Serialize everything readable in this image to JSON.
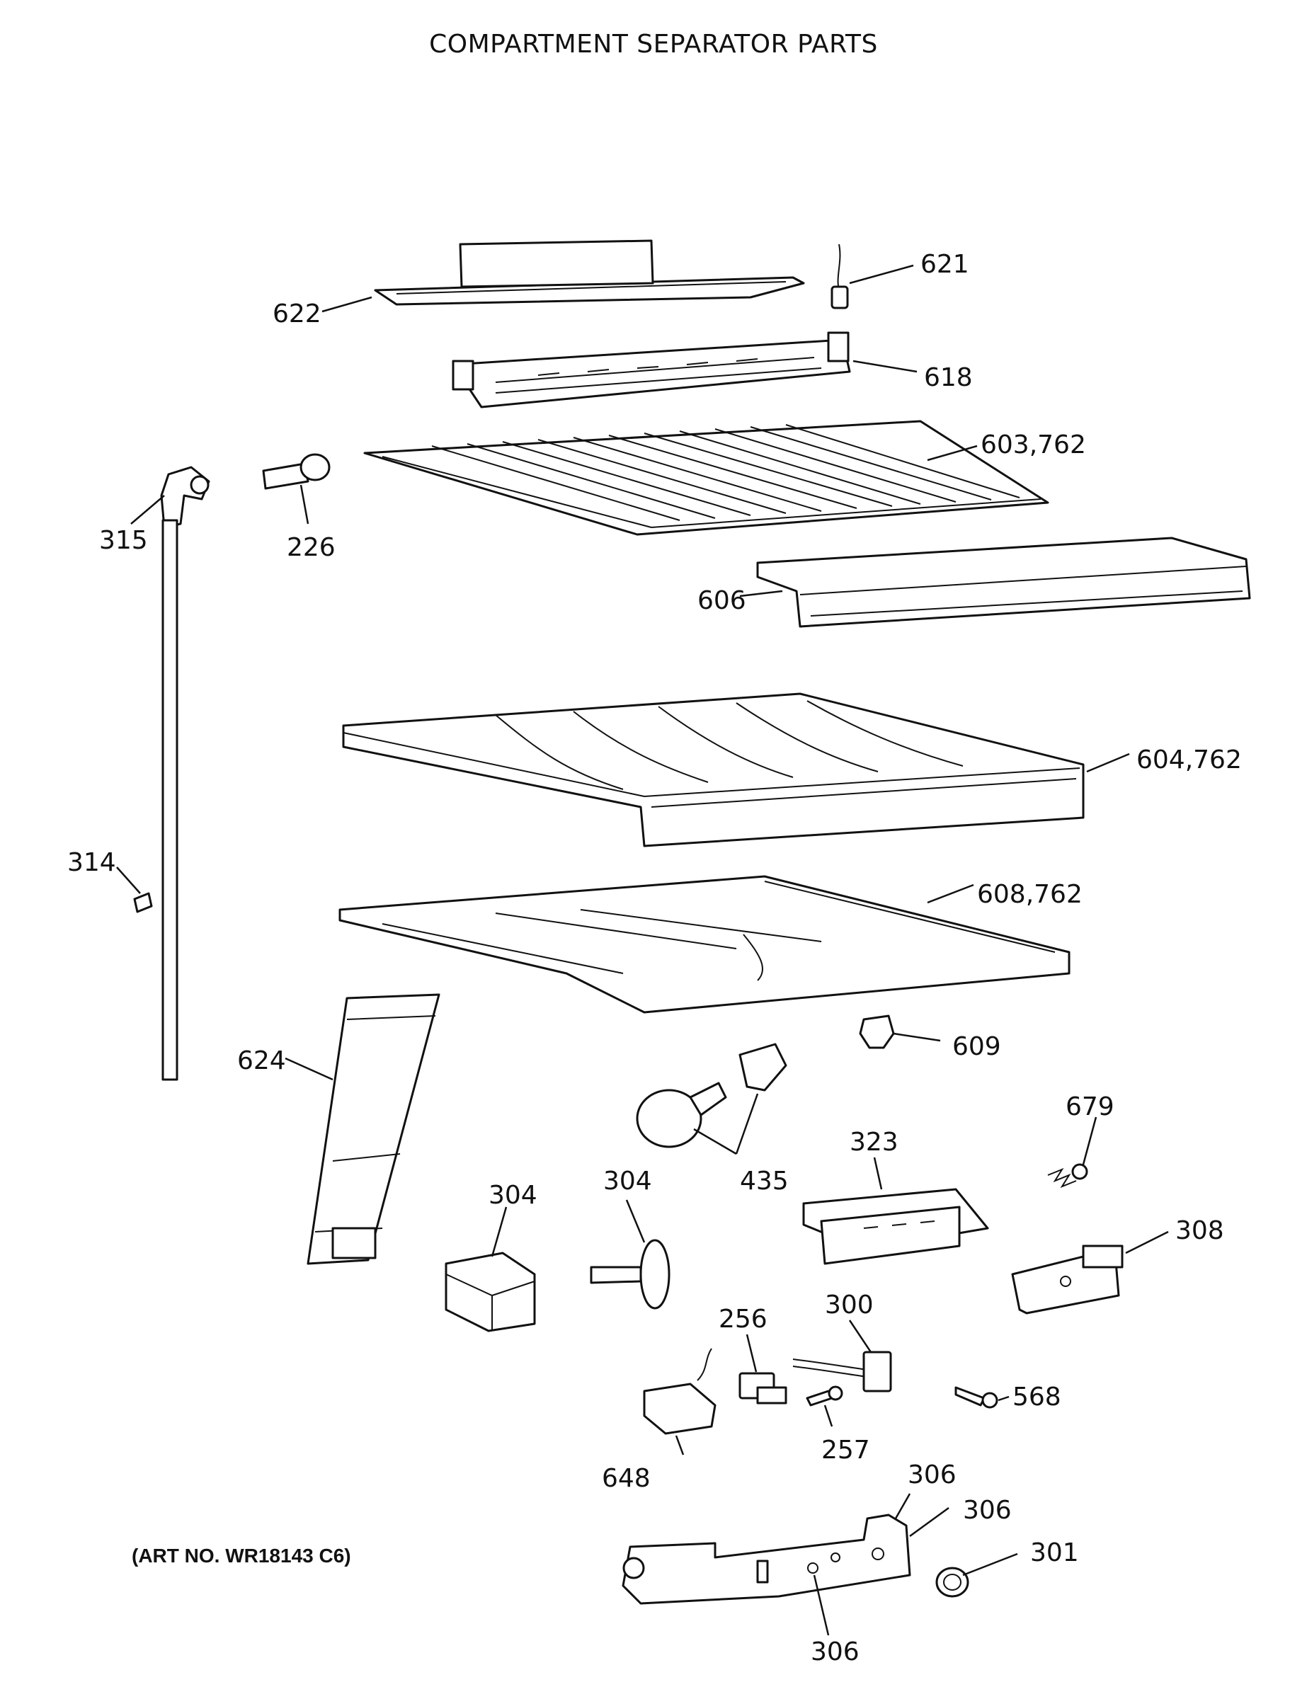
{
  "title": "COMPARTMENT SEPARATOR PARTS",
  "art_number": "(ART NO. WR18143 C6)",
  "callouts": {
    "c621": "621",
    "c622": "622",
    "c618": "618",
    "c603": "603,762",
    "c315": "315",
    "c226": "226",
    "c606": "606",
    "c604": "604,762",
    "c314": "314",
    "c608": "608,762",
    "c609": "609",
    "c624": "624",
    "c679": "679",
    "c323": "323",
    "c435": "435",
    "c304a": "304",
    "c304b": "304",
    "c308": "308",
    "c256": "256",
    "c300": "300",
    "c568": "568",
    "c257": "257",
    "c648": "648",
    "c306a": "306",
    "c306b": "306",
    "c301": "301",
    "c306c": "306"
  }
}
